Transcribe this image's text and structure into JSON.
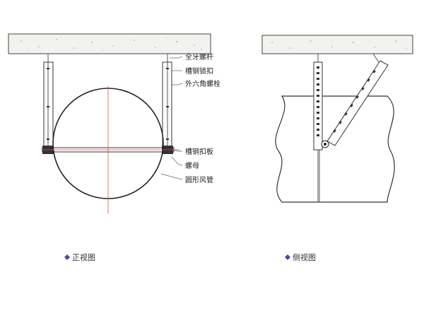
{
  "front_view": {
    "labels": {
      "full_thread_rod": "全牙螺杆",
      "channel_lock": "槽钢锁扣",
      "hex_bolt": "外六角螺栓",
      "channel_clamp_plate": "槽钢扣板",
      "nut": "螺母",
      "round_duct": "圆形风管"
    },
    "caption": "正视图"
  },
  "side_view": {
    "caption": "侧视图"
  },
  "colors": {
    "caption_marker": "#4a4aa0",
    "centerline": "#d9534f",
    "ceiling_fill": "#f2f2ee"
  }
}
